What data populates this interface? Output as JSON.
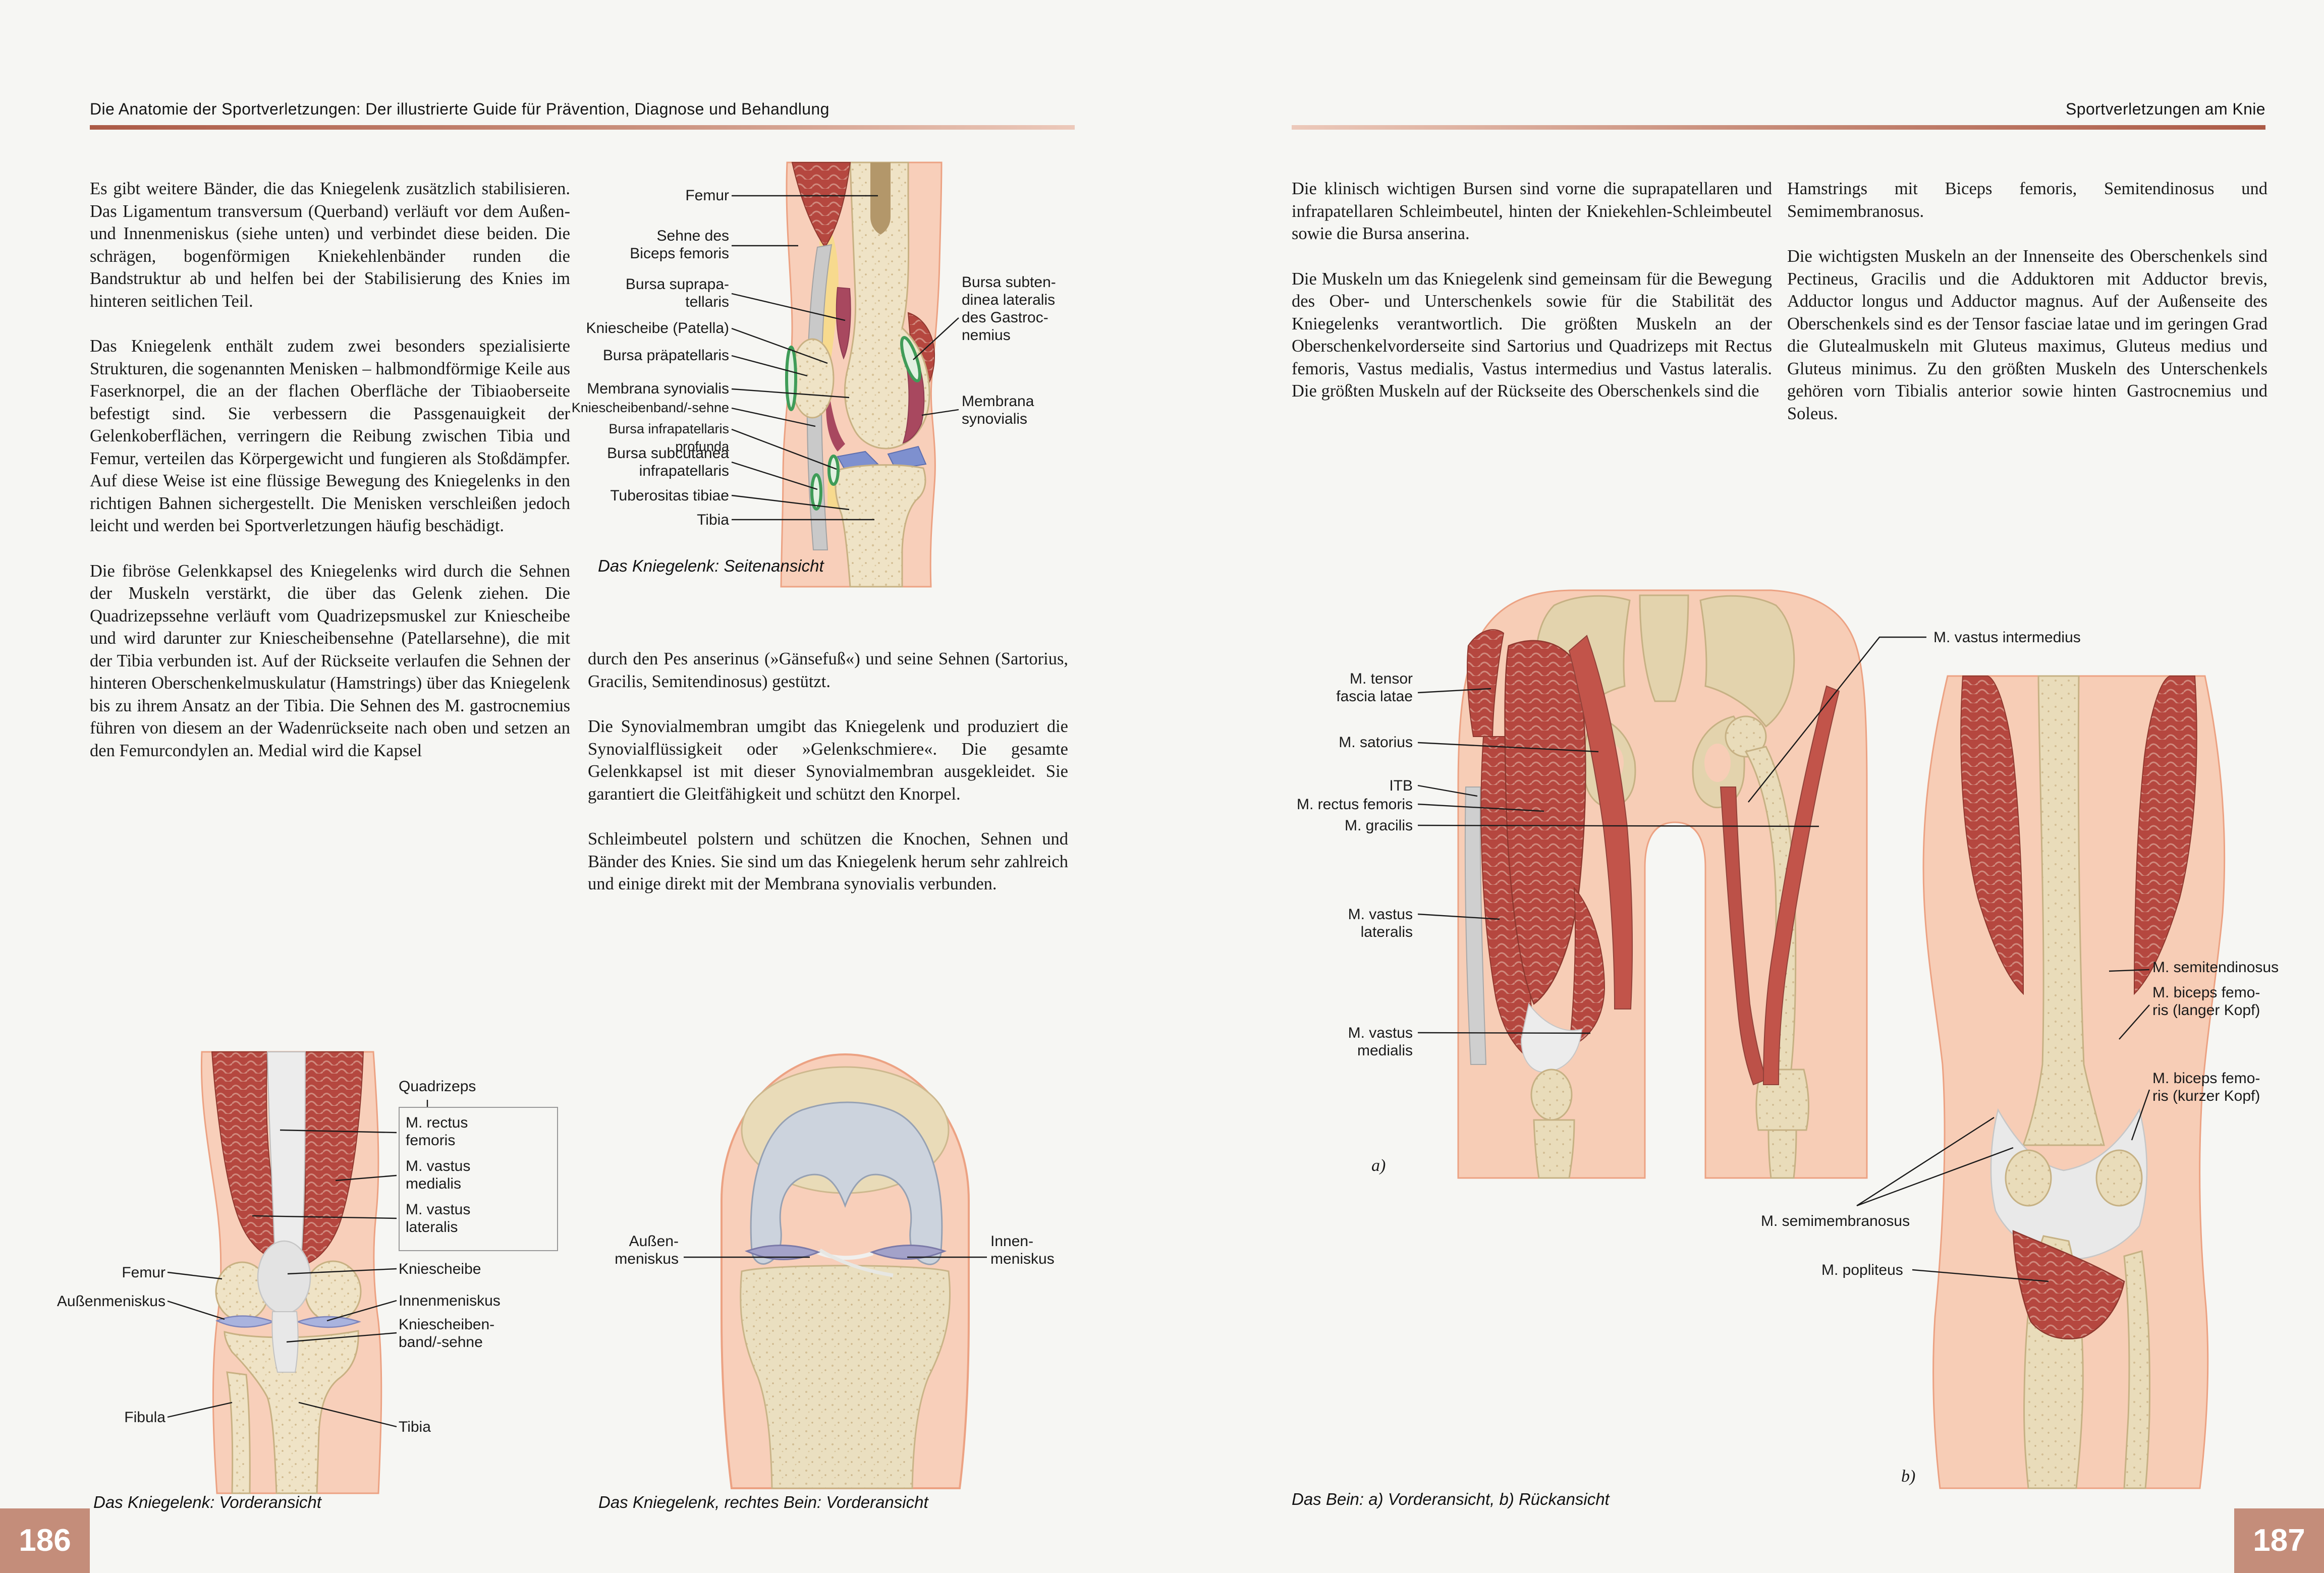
{
  "left_page": {
    "header": "Die Anatomie der Sportverletzungen: Der illustrierte Guide für Prävention, Diagnose und Behandlung",
    "page_number": "186",
    "col1": [
      "Es gibt weitere Bänder, die das Kniegelenk zusätzlich stabilisieren. Das Ligamentum transversum (Querband) verläuft vor dem Außen- und Innenmeniskus (siehe unten) und verbindet diese beiden. Die schrägen, bogenförmigen Kniekehlenbänder runden die Bandstruktur ab und helfen bei der Stabilisierung des Knies im hinteren seitlichen Teil.",
      "Das Kniegelenk enthält zudem zwei besonders spezialisierte Strukturen, die sogenannten Menisken – halbmondförmige Keile aus Faserknorpel, die an der flachen Oberfläche der Tibiaoberseite befestigt sind. Sie verbessern die Passgenauigkeit der Gelenkoberflächen, verringern die Reibung zwischen Tibia und Femur, verteilen das Körpergewicht und fungieren als Stoßdämpfer. Auf diese Weise ist eine flüssige Bewegung des Kniegelenks in den richtigen Bahnen sichergestellt. Die Menisken verschleißen jedoch leicht und werden bei Sportverletzungen häufig beschädigt.",
      "Die fibröse Gelenkkapsel des Kniegelenks wird durch die Sehnen der Muskeln verstärkt, die über das Gelenk ziehen. Die Quadrizepssehne verläuft vom Quadrizepsmuskel zur Kniescheibe und wird darunter zur Kniescheibensehne (Patellarsehne), die mit der Tibia verbunden ist. Auf der Rückseite verlaufen die Sehnen der hinteren Oberschenkelmuskulatur (Hamstrings) über das Kniegelenk bis zu ihrem Ansatz an der Tibia. Die Sehnen des M. gastrocnemius führen von diesem an der Wadenrückseite nach oben und setzen an den Femurcondylen an. Medial wird die Kapsel"
    ],
    "col2": [
      "durch den Pes anserinus (»Gänsefuß«) und seine Sehnen (Sartorius, Gracilis, Semitendinosus) gestützt.",
      "Die Synovialmembran umgibt das Kniegelenk und produziert die Synovialflüssigkeit oder »Gelenkschmiere«. Die gesamte Gelenkkapsel ist mit dieser Synovialmembran ausgekleidet. Sie garantiert die Gleitfähigkeit und schützt den Knorpel.",
      "Schleimbeutel polstern und schützen die Knochen, Sehnen und Bänder des Knies. Sie sind um das Kniegelenk herum sehr zahlreich und einige direkt mit der Membrana synovialis verbunden."
    ],
    "fig_side": {
      "caption": "Das Kniegelenk: Seitenansicht",
      "labels_left": [
        "Femur",
        "Sehne des\nBiceps femoris",
        "Bursa suprapa-\ntellaris",
        "Kniescheibe (Patella)",
        "Bursa präpatellaris",
        "Membrana synovialis",
        "Kniescheibenband/-sehne",
        "Bursa infrapatellaris profunda",
        "Bursa subcutanea\ninfrapatellaris",
        "Tuberositas tibiae",
        "Tibia"
      ],
      "labels_right": [
        "Bursa subten-\ndinea lateralis\ndes Gastroc-\nnemius",
        "Membrana\nsynovialis"
      ]
    },
    "fig_front": {
      "caption": "Das Kniegelenk: Vorderansicht",
      "group_label": "Quadrizeps",
      "group_items": [
        "M. rectus\nfemoris",
        "M. vastus\nmedialis",
        "M. vastus\nlateralis"
      ],
      "labels_left": [
        "Femur",
        "Außenmeniskus",
        "Fibula"
      ],
      "labels_right": [
        "Kniescheibe",
        "Innenmeniskus",
        "Kniescheiben-\nband/-sehne",
        "Tibia"
      ]
    },
    "fig_closeup": {
      "caption": "Das Kniegelenk, rechtes Bein: Vorderansicht",
      "label_left": "Außen-\nmeniskus",
      "label_right": "Innen-\nmeniskus"
    }
  },
  "right_page": {
    "header": "Sportverletzungen am Knie",
    "page_number": "187",
    "col1": [
      "Die klinisch wichtigen Bursen sind vorne die suprapatellaren und infrapatellaren Schleimbeutel, hinten der Kniekehlen-Schleimbeutel sowie die Bursa anserina.",
      "Die Muskeln um das Kniegelenk sind gemeinsam für die Bewegung des Ober- und Unterschenkels sowie für die Stabilität des Kniegelenks verantwortlich. Die größten Muskeln an der Oberschenkelvorderseite sind Sartorius und Quadrizeps mit Rectus femoris, Vastus medialis, Vastus intermedius und Vastus lateralis. Die größten Muskeln auf der Rückseite des Oberschenkels sind die"
    ],
    "col2": [
      "Hamstrings mit Biceps femoris, Semitendinosus und Semimembranosus.",
      "Die wichtigsten Muskeln an der Innenseite des Oberschenkels sind Pectineus, Gracilis und die Adduktoren mit Adductor brevis, Adductor longus und Adductor magnus. Auf der Außenseite des Oberschenkels sind es der Tensor fasciae latae und im geringen Grad die Glutealmuskeln mit Gluteus maximus, Gluteus medius und Gluteus minimus. Zu den größten Muskeln des Unterschenkels gehören vorn Tibialis anterior sowie hinten Gastrocnemius und Soleus."
    ],
    "fig_leg": {
      "caption": "Das Bein: a) Vorderansicht, b) Rückansicht",
      "marker_a": "a)",
      "marker_b": "b)",
      "labels_left": [
        "M. tensor\nfascia latae",
        "M. satorius",
        "ITB",
        "M. rectus femoris",
        "M. gracilis",
        "M. vastus lateralis",
        "M. vastus medialis"
      ],
      "label_top_right": "M. vastus intermedius",
      "labels_right": [
        "M. semitendinosus",
        "M. biceps femo-\nris (langer Kopf)",
        "M. biceps femo-\nris (kurzer Kopf)"
      ],
      "labels_bottom": [
        "M. semimembranosus",
        "M. popliteus"
      ]
    }
  },
  "colors": {
    "page_background": "#f6f6f3",
    "rule_dark": "#ab5a46",
    "rule_light": "#ecc9ba",
    "folio_box": "#c48d7a",
    "folio_text": "#ffffff",
    "body_text": "#1b1b1b",
    "skin": "#f8cfba",
    "skin_outline": "#eca283",
    "muscle_red": "#b5473f",
    "bone": "#efe3c6",
    "bone_outline": "#c8b183",
    "cartilage": "#ccd3dd",
    "meniscus_purple": "#a3a2c9",
    "synovial_blue": "#7e90cf",
    "membrane_dark_red": "#a8485f",
    "bursa_green": "#3f9c58",
    "tendon_gray": "#c9c9c9",
    "fat_yellow": "#f7da8e"
  }
}
